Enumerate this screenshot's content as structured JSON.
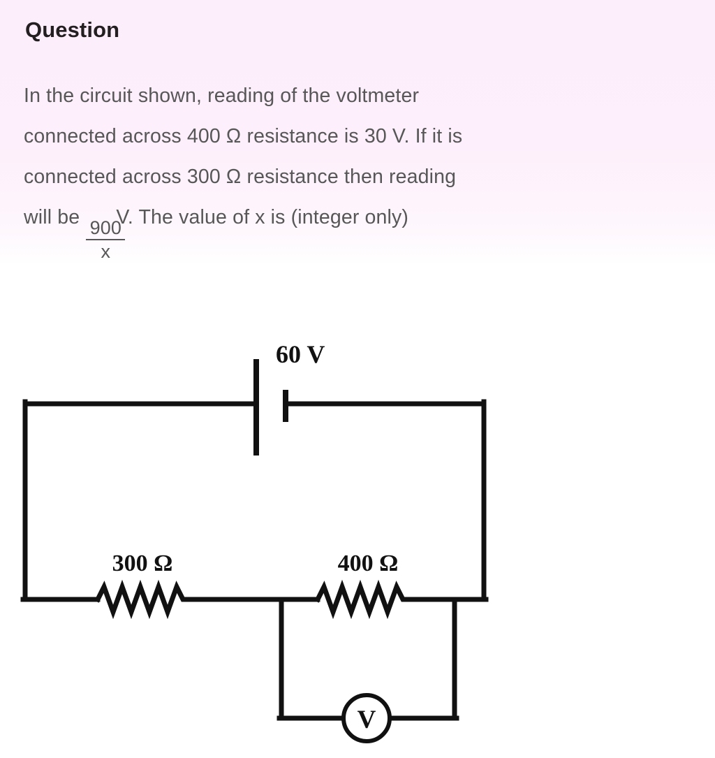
{
  "page": {
    "background_top_color": "#fdeffb",
    "background_bottom_color": "#ffffff",
    "text_color": "#575757",
    "heading_color": "#231f20",
    "diagram_stroke_color": "#111111"
  },
  "heading": {
    "title": "Question"
  },
  "question": {
    "line1": "In the circuit shown, reading of the voltmeter",
    "line2": "connected across 400 Ω resistance is 30 V. If it is",
    "line3": "connected across 300 Ω resistance then reading",
    "line4_prefix": "will be",
    "fraction_numerator": "900",
    "fraction_denominator": "x",
    "line4_suffix": "V. The value of x is (integer only)"
  },
  "circuit": {
    "battery_label": "60 V",
    "resistor_left_label": "300 Ω",
    "resistor_right_label": "400 Ω",
    "voltmeter_label": "V"
  }
}
